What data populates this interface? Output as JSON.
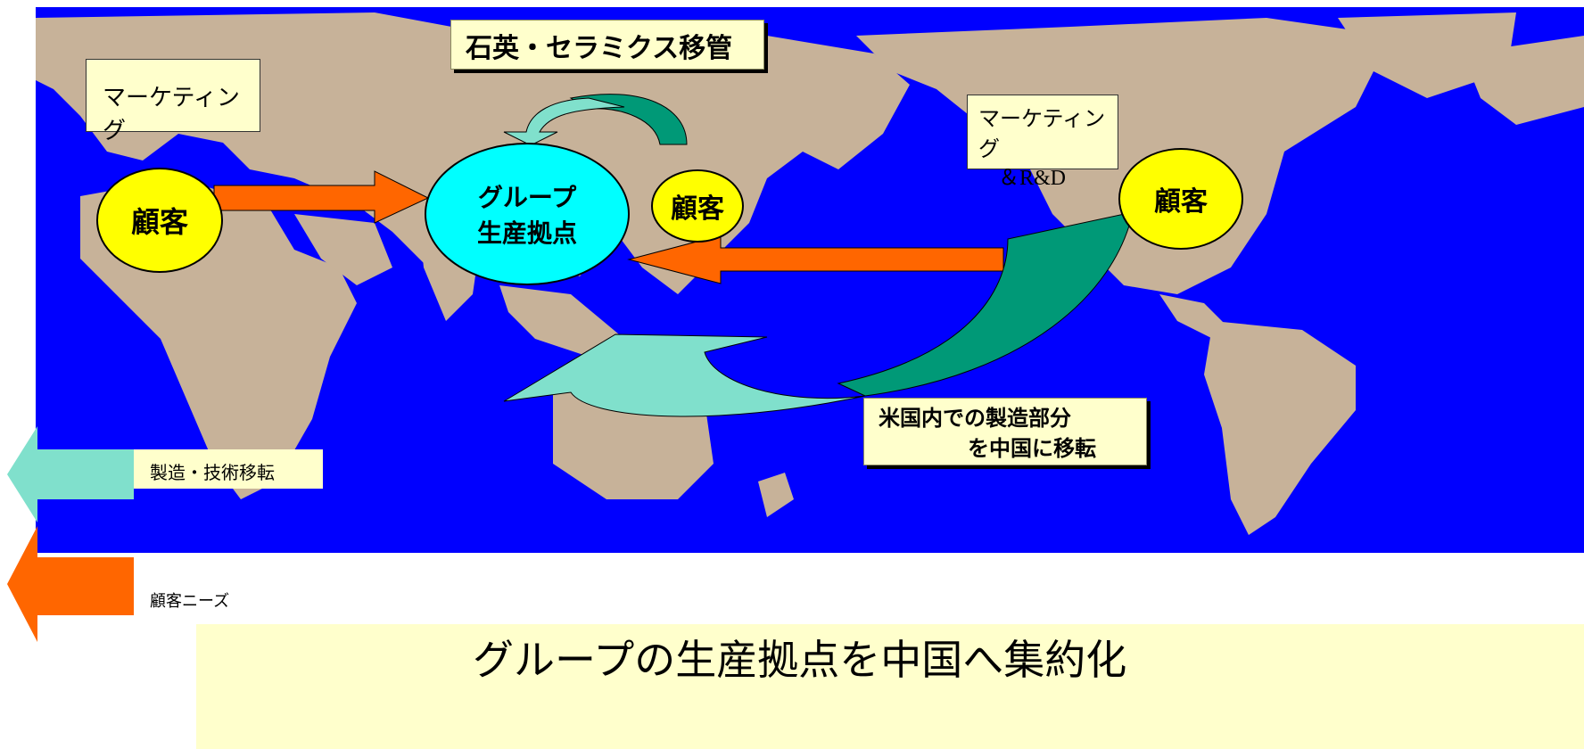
{
  "boxes": {
    "top_center": "石英・セラミクス移管",
    "top_left": "マーケティング",
    "right_line1": "マーケティング",
    "right_line2": "＆R&D",
    "bottom_right_line1": "米国内での製造部分",
    "bottom_right_line2": "を中国に移転"
  },
  "circles": {
    "left": "顧客",
    "group_line1": "グループ",
    "group_line2": "生産拠点",
    "middle": "顧客",
    "right": "顧客"
  },
  "legend": {
    "tech_transfer": "製造・技術移転",
    "customer_needs": "顧客ニーズ"
  },
  "bottom_title": "グループの生産拠点を中国へ集約化",
  "colors": {
    "ocean": "#0000ff",
    "land": "#c7b299",
    "needs_arrow": "#ff6600",
    "transfer_arrow_light": "#80e0cc",
    "transfer_arrow_dark": "#009977",
    "customer_circle": "#ffff00",
    "group_circle": "#00ffff",
    "label_bg": "#ffffcc"
  }
}
